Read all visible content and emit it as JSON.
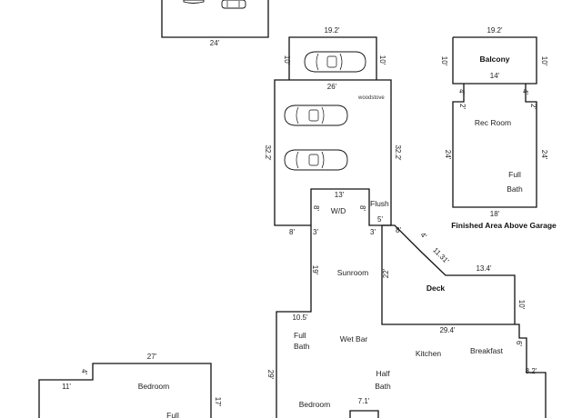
{
  "dimensions": {
    "top_room_width": "24'",
    "bump_width": "19.2'",
    "bump_left": "10'",
    "bump_right": "10'",
    "garage_width": "26'",
    "garage_left": "32.2'",
    "garage_right": "32.2'",
    "notch_width": "13'",
    "notch_left": "8'",
    "notch_right": "8'",
    "left_seg": "8'",
    "inner_seg": "3'",
    "inner_seg_right": "3'",
    "right_seg": "5'",
    "deck_top_left": "8'",
    "deck_diag_a": "4'",
    "deck_diag_b": "11.31'",
    "deck_top": "13.4'",
    "deck_right": "10'",
    "deck_left": "22'",
    "deck_bottom": "29.4'",
    "sunroom_side": "19'",
    "jog_width": "10.5'",
    "house_left": "29'",
    "right_jog_a": "6'",
    "right_jog_b": "8.2'",
    "bed_top": "27'",
    "bed_step": "4'",
    "bed_left_top": "11'",
    "bed_right": "17'",
    "small_width": "7.1'",
    "upper_width": "19.2'",
    "balcony_left": "10'",
    "balcony_right": "10'",
    "balcony_bottom": "14'",
    "upper_step_left": "4'",
    "upper_step_right": "4'",
    "rec_left_small": "2'",
    "rec_right_small": "2'",
    "rec_left": "24'",
    "rec_right": "24'",
    "rec_bottom": "18'"
  },
  "rooms": {
    "woodstove": "woodstove",
    "flush": "Flush",
    "wd": "W/D",
    "sunroom": "Sunroom",
    "deck": "Deck",
    "full_bath_1_a": "Full",
    "full_bath_1_b": "Bath",
    "wet_bar": "Wet Bar",
    "kitchen": "Kitchen",
    "breakfast": "Breakfast",
    "half_bath_a": "Half",
    "half_bath_b": "Bath",
    "bedroom_1": "Bedroom",
    "bedroom_2": "Bedroom",
    "full_bath_2_a": "Full",
    "balcony": "Balcony",
    "rec_room": "Rec Room",
    "full_bath_3_a": "Full",
    "full_bath_3_b": "Bath"
  },
  "caption": "Finished Area Above Garage"
}
